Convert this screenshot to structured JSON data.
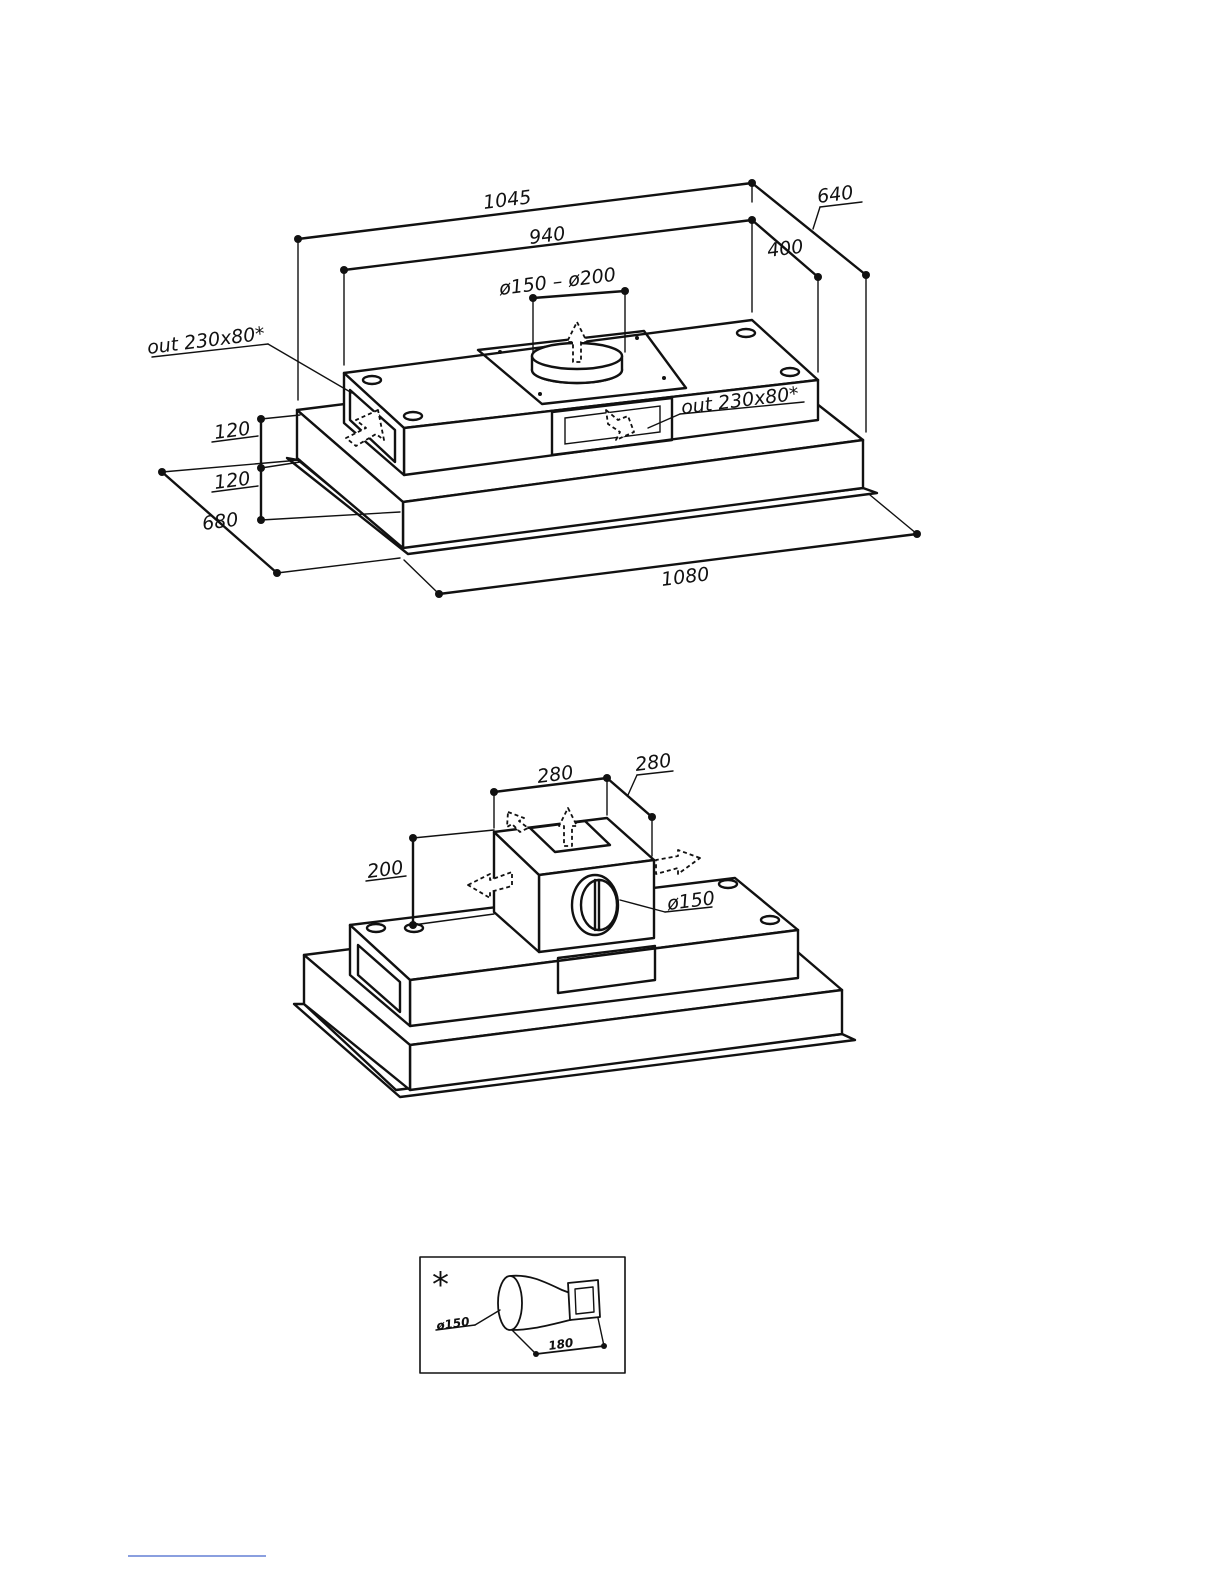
{
  "drawing_1": {
    "dim_overall_width": "1045",
    "dim_box_width": "940",
    "dim_overall_depth": "640",
    "dim_box_depth": "400",
    "dim_outlet_diameter": "ø150 – ø200",
    "dim_side_outlet_left": "out 230x80*",
    "dim_side_outlet_right": "out 230x80*",
    "dim_box_height": "120",
    "dim_body_height": "120",
    "dim_frame_depth": "680",
    "dim_frame_width": "1080"
  },
  "drawing_2": {
    "dim_adapter_width": "280",
    "dim_adapter_depth": "280",
    "dim_adapter_height": "200",
    "dim_adapter_outlet": "ø150"
  },
  "inset": {
    "marker": "*",
    "dim_diameter": "ø150",
    "dim_length": "180"
  }
}
